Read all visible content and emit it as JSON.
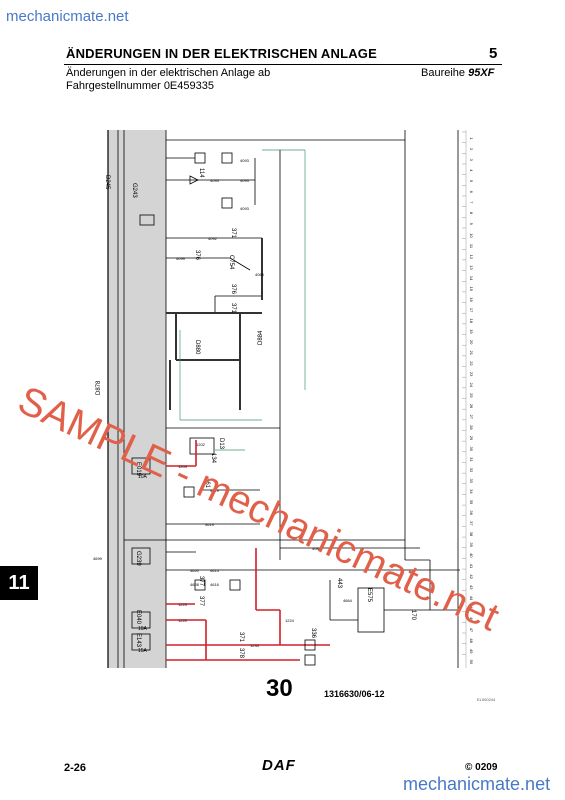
{
  "watermark": {
    "top_text": "mechanicmate.net",
    "bottom_text": "mechanicmate.net",
    "sample_text": "SAMPLE - mechanicmate.net"
  },
  "header": {
    "title": "ÄNDERUNGEN IN DER ELEKTRISCHEN ANLAGE",
    "section_number": "5",
    "subtitle_line1": "Änderungen in der elektrischen Anlage ab",
    "subtitle_line2": "Fahrgestellnummer 0E459335",
    "series_prefix": "Baureihe ",
    "series_model": "95XF"
  },
  "side_tab": "11",
  "diagram": {
    "sheet_number": "30",
    "drawing_number": "1316630/06-12",
    "reference": "EL000244",
    "components": [
      "D245",
      "G243",
      "C754",
      "D880",
      "D884",
      "D878",
      "D13",
      "E019",
      "G239",
      "E575",
      "E040",
      "E143"
    ],
    "fuse_values": [
      "10A",
      "10A",
      "15A"
    ],
    "wire_codes": [
      "114",
      "371",
      "376",
      "376",
      "371",
      "443",
      "377",
      "377",
      "371",
      "336",
      "378",
      "170",
      "461",
      "134"
    ],
    "terminal_numbers": [
      "4093",
      "4092",
      "4093",
      "4093",
      "4093",
      "4065",
      "4099",
      "4619",
      "4619",
      "4620",
      "4614",
      "4628",
      "4616",
      "4664",
      "1202",
      "1203",
      "1223",
      "1224",
      "1220",
      "1234",
      "4084",
      "4699"
    ],
    "grid_numbers": [
      "1",
      "2",
      "3",
      "4",
      "5",
      "6",
      "7",
      "8",
      "9",
      "10",
      "11",
      "12",
      "13",
      "14",
      "15",
      "16",
      "17",
      "18",
      "19",
      "20",
      "21",
      "22",
      "23",
      "24",
      "25",
      "26",
      "27",
      "28",
      "29",
      "30",
      "31",
      "32",
      "33",
      "34",
      "35",
      "36",
      "37",
      "38",
      "39",
      "40",
      "41",
      "42",
      "43",
      "44",
      "45",
      "46",
      "47",
      "48",
      "49",
      "50"
    ]
  },
  "footer": {
    "page_number": "2-26",
    "brand": "DAF",
    "copyright": "© 0209"
  }
}
